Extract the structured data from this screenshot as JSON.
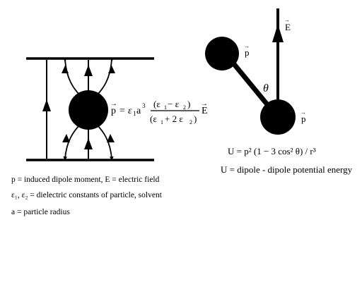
{
  "left_figure": {
    "p_label": "p",
    "eq_sign": "=",
    "eps1": "ε",
    "sub1": "1",
    "a_cubed": "a",
    "exp3": "3",
    "num_open": "(ε",
    "num_sub1": "1",
    "num_minus": "− ε",
    "num_sub2": "2",
    "num_close": ")",
    "den_open": "(ε",
    "den_sub1": "1",
    "den_plus": "+ 2 ε",
    "den_sub2": "2",
    "den_close": ")",
    "E_label": "E"
  },
  "right_figure": {
    "E_label": "E",
    "p_top_label": "p",
    "p_bottom_label": "p",
    "theta_label": "θ",
    "energy_formula": "U = p² (1 − 3 cos² θ) / r³",
    "energy_desc": "U = dipole  - dipole potential  energy"
  },
  "legend": {
    "line1": "p = induced dipole moment, E = electric field",
    "line2": "ε₁, ε₂ = dielectric constants of particle, solvent",
    "line3": "a = particle radius"
  },
  "colors": {
    "ink": "#000000",
    "background": "#ffffff"
  }
}
